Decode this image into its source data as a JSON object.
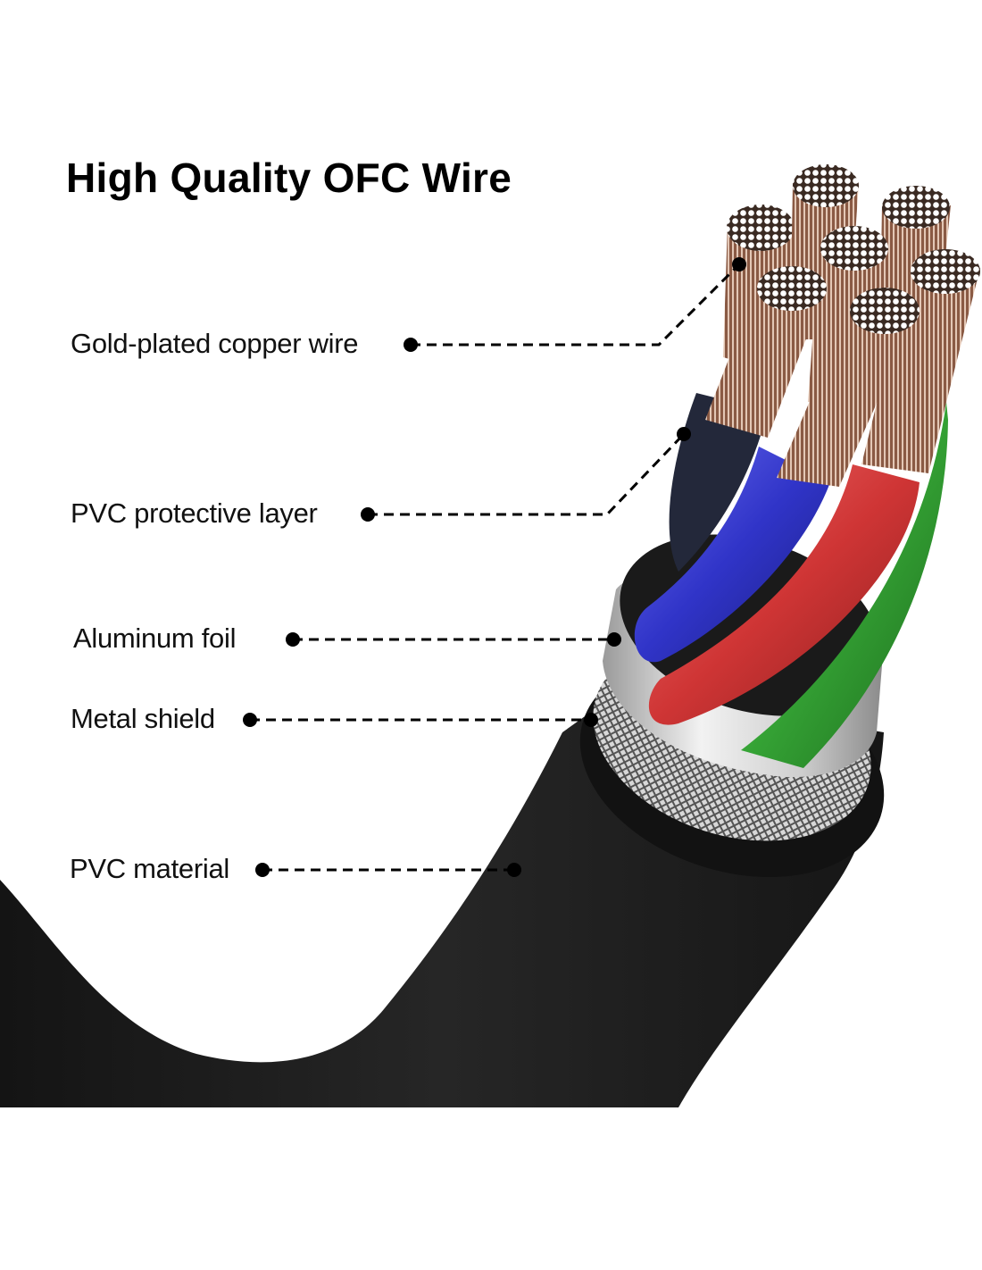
{
  "title": "High Quality OFC Wire",
  "colors": {
    "background": "#ffffff",
    "text": "#111111",
    "jacket": "#1c1c1c",
    "shield": "#a8a8a8",
    "foil": "#d9d9d9",
    "copper": "#a9735a",
    "strand_tip": "#ffffff",
    "core_blue": "#3b3fd0",
    "core_red": "#d23b3b",
    "core_green": "#3aa63a",
    "core_black": "#222838"
  },
  "callouts": [
    {
      "id": "copper",
      "label": "Gold-plated copper wire"
    },
    {
      "id": "pvc-layer",
      "label": "PVC protective layer"
    },
    {
      "id": "foil",
      "label": "Aluminum foil"
    },
    {
      "id": "shield",
      "label": "Metal shield"
    },
    {
      "id": "jacket",
      "label": "PVC material"
    }
  ]
}
